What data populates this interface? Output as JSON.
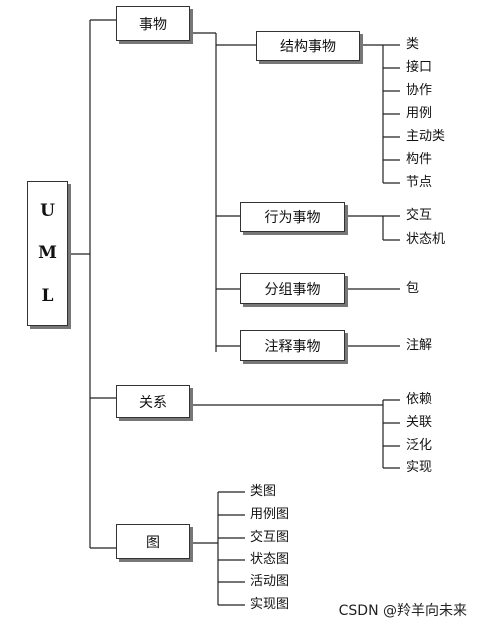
{
  "root": {
    "letters": [
      "U",
      "M",
      "L"
    ]
  },
  "categories": {
    "things": "事物",
    "relationships": "关系",
    "diagrams": "图"
  },
  "things": {
    "structural": {
      "label": "结构事物",
      "items": [
        "类",
        "接口",
        "协作",
        "用例",
        "主动类",
        "构件",
        "节点"
      ]
    },
    "behavioral": {
      "label": "行为事物",
      "items": [
        "交互",
        "状态机"
      ]
    },
    "grouping": {
      "label": "分组事物",
      "items": [
        "包"
      ]
    },
    "annotational": {
      "label": "注释事物",
      "items": [
        "注解"
      ]
    }
  },
  "relationships": {
    "items": [
      "依赖",
      "关联",
      "泛化",
      "实现"
    ]
  },
  "diagrams": {
    "items": [
      "类图",
      "用例图",
      "交互图",
      "状态图",
      "活动图",
      "实现图"
    ]
  },
  "watermark": "CSDN @羚羊向未来"
}
